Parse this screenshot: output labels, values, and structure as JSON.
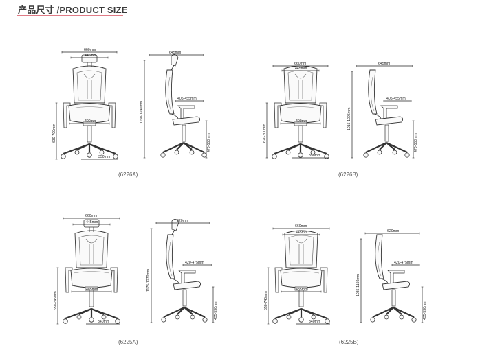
{
  "header": {
    "title": "产品尺寸 /PRODUCT SIZE"
  },
  "models": [
    {
      "label": "(6226A)",
      "dims": {
        "overall_width": "660mm",
        "inner_width": "445mm",
        "seat_width": "490mm",
        "base_radius": "350mm",
        "total_height": "630-700mm",
        "side_depth": "645mm",
        "armrest": "405-455mm",
        "side_height": "1150-1240mm",
        "seat_height": "470-550mm"
      }
    },
    {
      "label": "(6226B)",
      "dims": {
        "overall_width": "660mm",
        "inner_width": "445mm",
        "seat_width": "490mm",
        "base_radius": "350mm",
        "total_height": "620-700mm",
        "side_depth": "645mm",
        "armrest": "405-455mm",
        "side_height": "1015-1095mm",
        "seat_height": "470-550mm"
      }
    },
    {
      "label": "(6225A)",
      "dims": {
        "overall_width": "660mm",
        "inner_width": "445mm",
        "seat_width": "485mm",
        "base_radius": "340mm",
        "total_height": "650-745mm",
        "side_depth": "620mm",
        "armrest": "420-475mm",
        "side_height": "1175-1270mm",
        "seat_height": "435-530mm"
      }
    },
    {
      "label": "(6225B)",
      "dims": {
        "overall_width": "660mm",
        "inner_width": "445mm",
        "seat_width": "485mm",
        "base_radius": "340mm",
        "total_height": "650-745mm",
        "side_depth": "620mm",
        "armrest": "420-475mm",
        "side_height": "1035-1150mm",
        "seat_height": "435-530mm"
      }
    }
  ]
}
